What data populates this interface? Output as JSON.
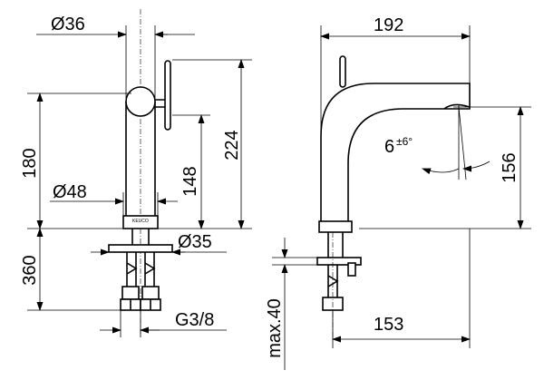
{
  "front_view": {
    "diameter_top": "Ø36",
    "height_total": "180",
    "height_lever_top": "224",
    "height_body": "148",
    "diameter_base": "Ø48",
    "diameter_shank": "Ø35",
    "hose_length": "360",
    "connection_thread": "G3/8",
    "brand_mark": "KEUCO"
  },
  "side_view": {
    "spout_reach": "192",
    "spout_height": "156",
    "tilt_angle": "6",
    "tilt_tolerance": "±6°",
    "shank_reach": "153",
    "max_thickness": "max.40"
  }
}
